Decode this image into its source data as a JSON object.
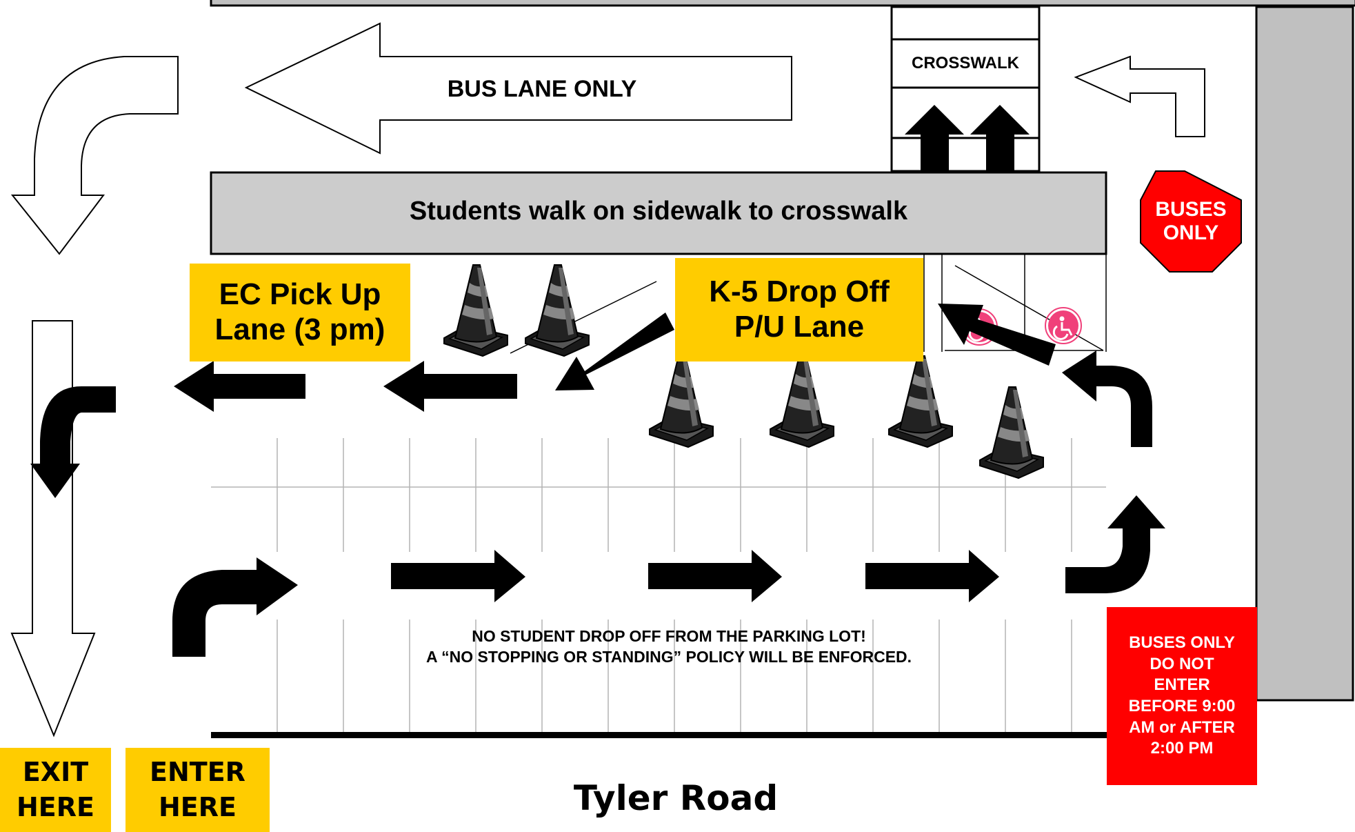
{
  "colors": {
    "sign_yellow": "#FFCC00",
    "sign_red": "#FF0000",
    "sidewalk_gray": "#CCCCCC",
    "wall_gray": "#C0C0C0",
    "handicap_pink": "#F0407A",
    "line": "#000000",
    "parking_lines": "#B3B3B3"
  },
  "labels": {
    "bus_lane": "BUS LANE ONLY",
    "crosswalk": "CROSSWALK",
    "sidewalk": "Students walk on sidewalk to crosswalk",
    "buses_only_stop": [
      "BUSES",
      "ONLY"
    ],
    "ec_pickup": [
      "EC Pick Up",
      "Lane (3 pm)"
    ],
    "k5_dropoff": [
      "K-5 Drop Off",
      "P/U Lane"
    ],
    "notice_line1": "NO STUDENT DROP OFF FROM THE PARKING LOT!",
    "notice_line2": "A “NO STOPPING OR STANDING” POLICY WILL BE ENFORCED.",
    "buses_only_notice": [
      "BUSES ONLY",
      "DO NOT",
      "ENTER",
      "BEFORE  9:00",
      "AM or AFTER",
      "2:00 PM"
    ],
    "exit_here": [
      "EXIT",
      "HERE"
    ],
    "enter_here": [
      "ENTER",
      "HERE"
    ],
    "road_name": "Tyler Road"
  },
  "icons": {
    "traffic_cone": "traffic-cone-icon",
    "handicap": "wheelchair-icon",
    "stop_sign": "stop-sign-octagon"
  }
}
